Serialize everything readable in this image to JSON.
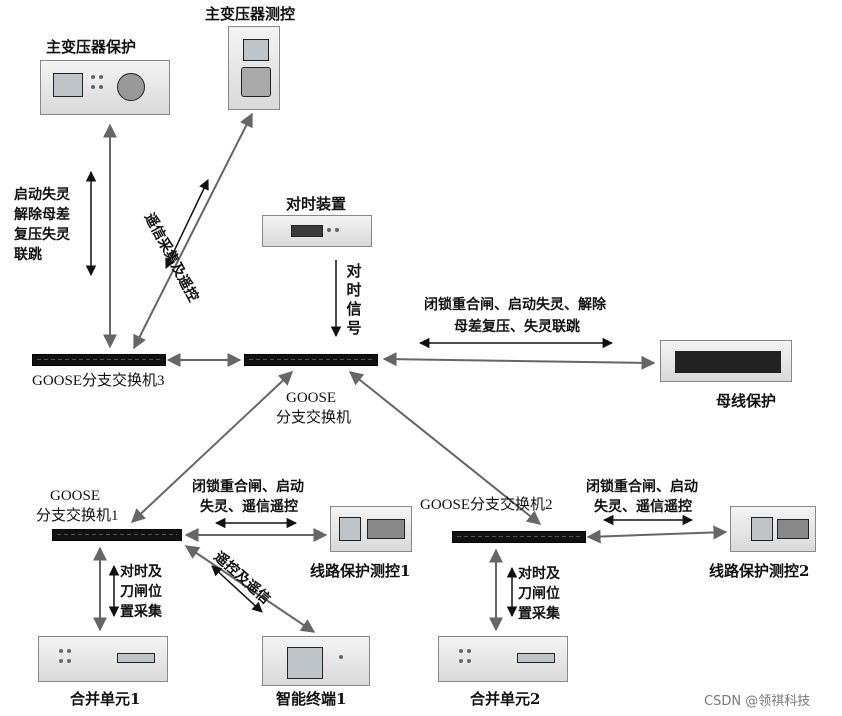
{
  "devices": {
    "transformer_protection": "主变压器保护",
    "transformer_control": "主变压器测控",
    "time_sync_device": "对时装置",
    "bus_protection": "母线保护",
    "line_protection_1": "线路保护测控1",
    "line_protection_2": "线路保护测控2",
    "merging_unit_1": "合并单元1",
    "merging_unit_2": "合并单元2",
    "smart_terminal_1": "智能终端1"
  },
  "switches": {
    "branch_3": "GOOSE分支交换机3",
    "main_line1": "GOOSE",
    "main_line2": "分支交换机",
    "branch_1_line1": "GOOSE",
    "branch_1_line2": "分支交换机1",
    "branch_2": "GOOSE分支交换机2"
  },
  "signals": {
    "transformer_protection_signal": [
      "启动失灵",
      "解除母差",
      "复压失灵",
      "联跳"
    ],
    "transformer_control_signal": "遥信采集及遥控",
    "time_signal": "对时信号",
    "bus_signal_line1": "闭锁重合闸、启动失灵、解除",
    "bus_signal_line2": "母差复压、失灵联跳",
    "line1_signal_line1": "闭锁重合闸、启动",
    "line1_signal_line2": "失灵、遥信遥控",
    "line2_signal_line1": "闭锁重合闸、启动",
    "line2_signal_line2": "失灵、遥信遥控",
    "mu1_signal": [
      "对时及",
      "刀闸位",
      "置采集"
    ],
    "mu2_signal": [
      "对时及",
      "刀闸位",
      "置采集"
    ],
    "smart_terminal_signal": "遥控及遥信"
  },
  "watermark": "CSDN @领祺科技"
}
